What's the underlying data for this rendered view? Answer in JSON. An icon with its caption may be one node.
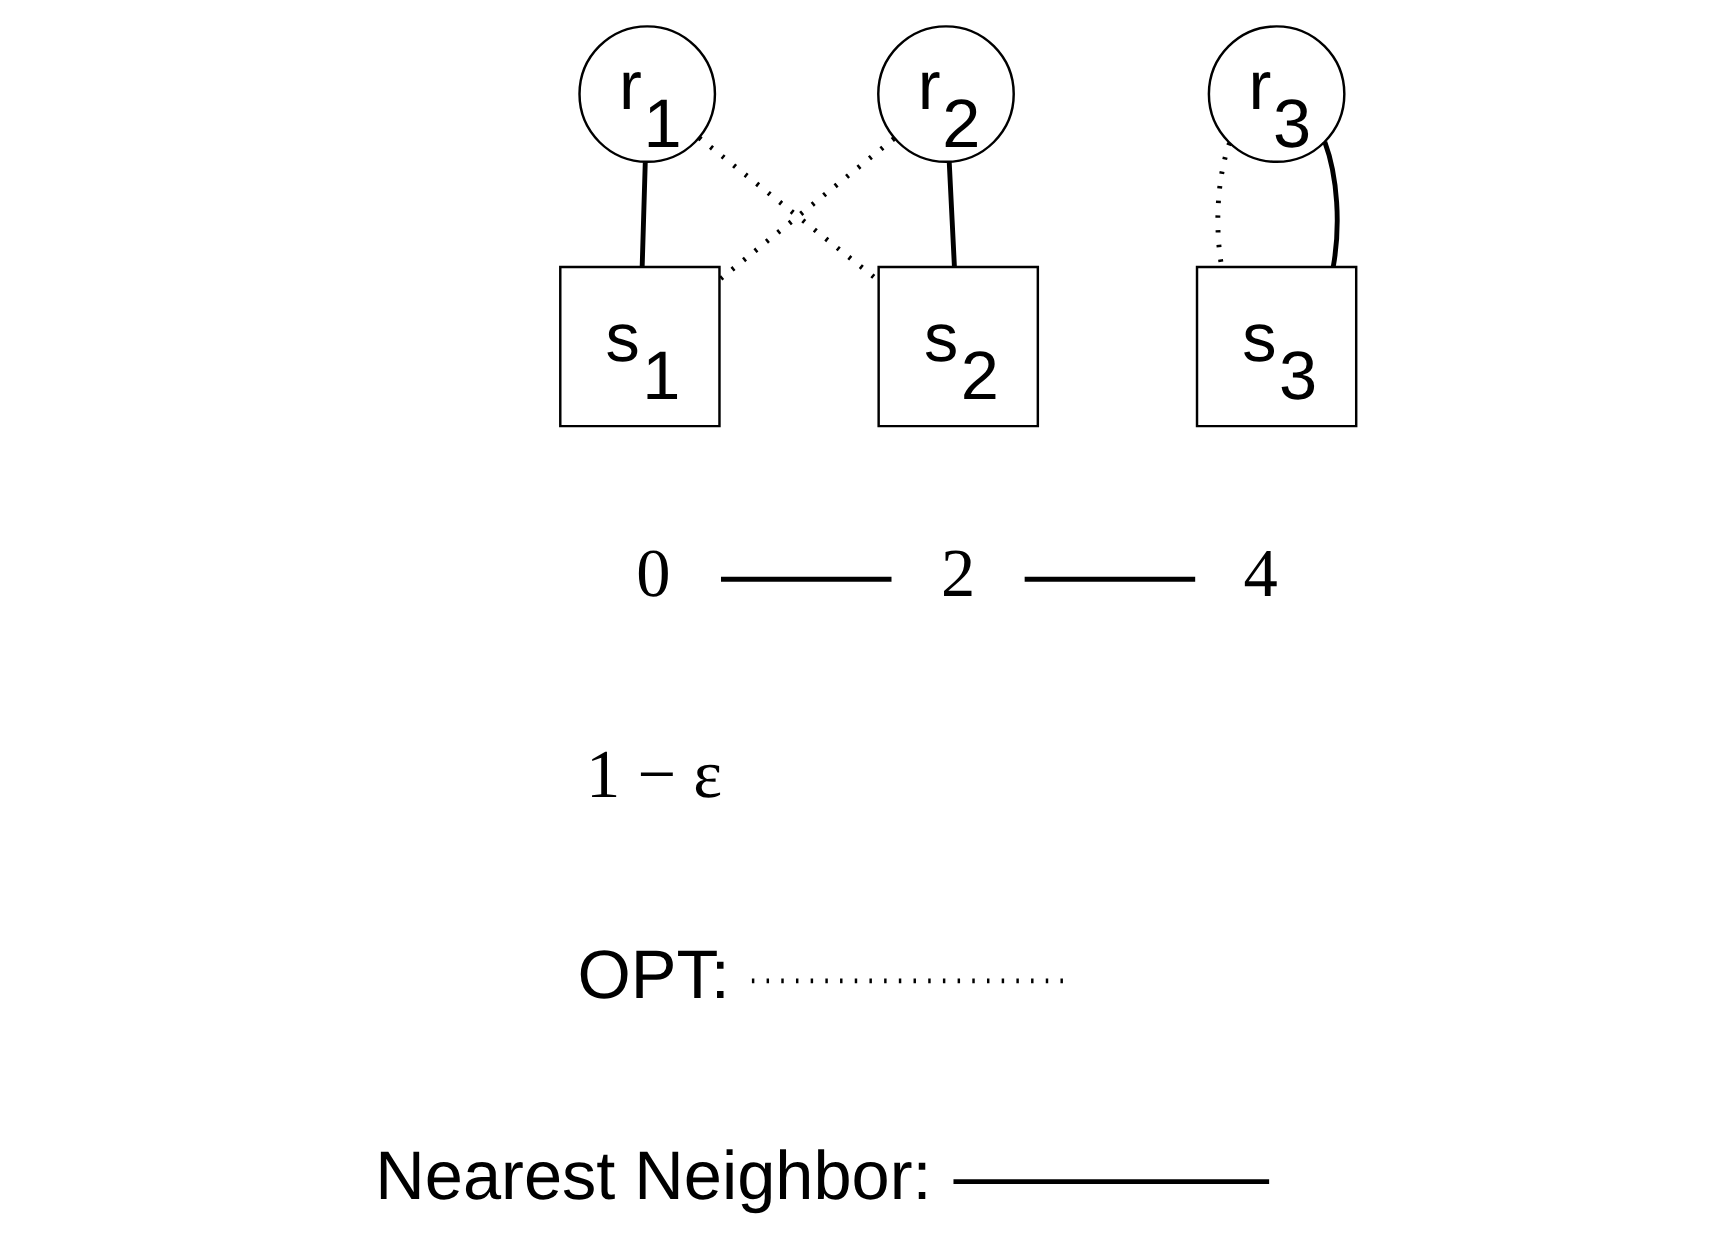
{
  "diagram": {
    "nodes": [
      {
        "text": [
          "r$_{2}$"
        ]
      },
      {
        "text": [
          "s$_{1}$"
        ]
      },
      {
        "text": [
          "r$_{1}$"
        ]
      },
      {
        "text": [
          "s$_{2}$"
        ]
      },
      {
        "text": [
          "r$_{3}$"
        ]
      },
      {
        "text": [
          "s$_{3}$"
        ]
      }
    ],
    "edges": [
      {
        "from": 0,
        "to": 1,
        "arrow": "none",
        "style": "dashed"
      },
      {
        "from": 0,
        "to": 3,
        "arrow": "none"
      },
      {
        "from": 1,
        "to": 2,
        "arrow": "none"
      },
      {
        "from": 2,
        "to": 3,
        "arrow": "none",
        "style": "dashed"
      },
      {
        "from": 4,
        "to": 5,
        "arrow": "none",
        "style": "dashed"
      },
      {
        "from": 4,
        "to": 5,
        "arrow": "none"
      }
    ],
    "labels": [
      "0",
      "2",
      "4",
      "1 − ε"
    ],
    "legend": [
      {
        "text": "OPT:"
      },
      {
        "text": "Nearest Neighbor:"
      }
    ]
  }
}
